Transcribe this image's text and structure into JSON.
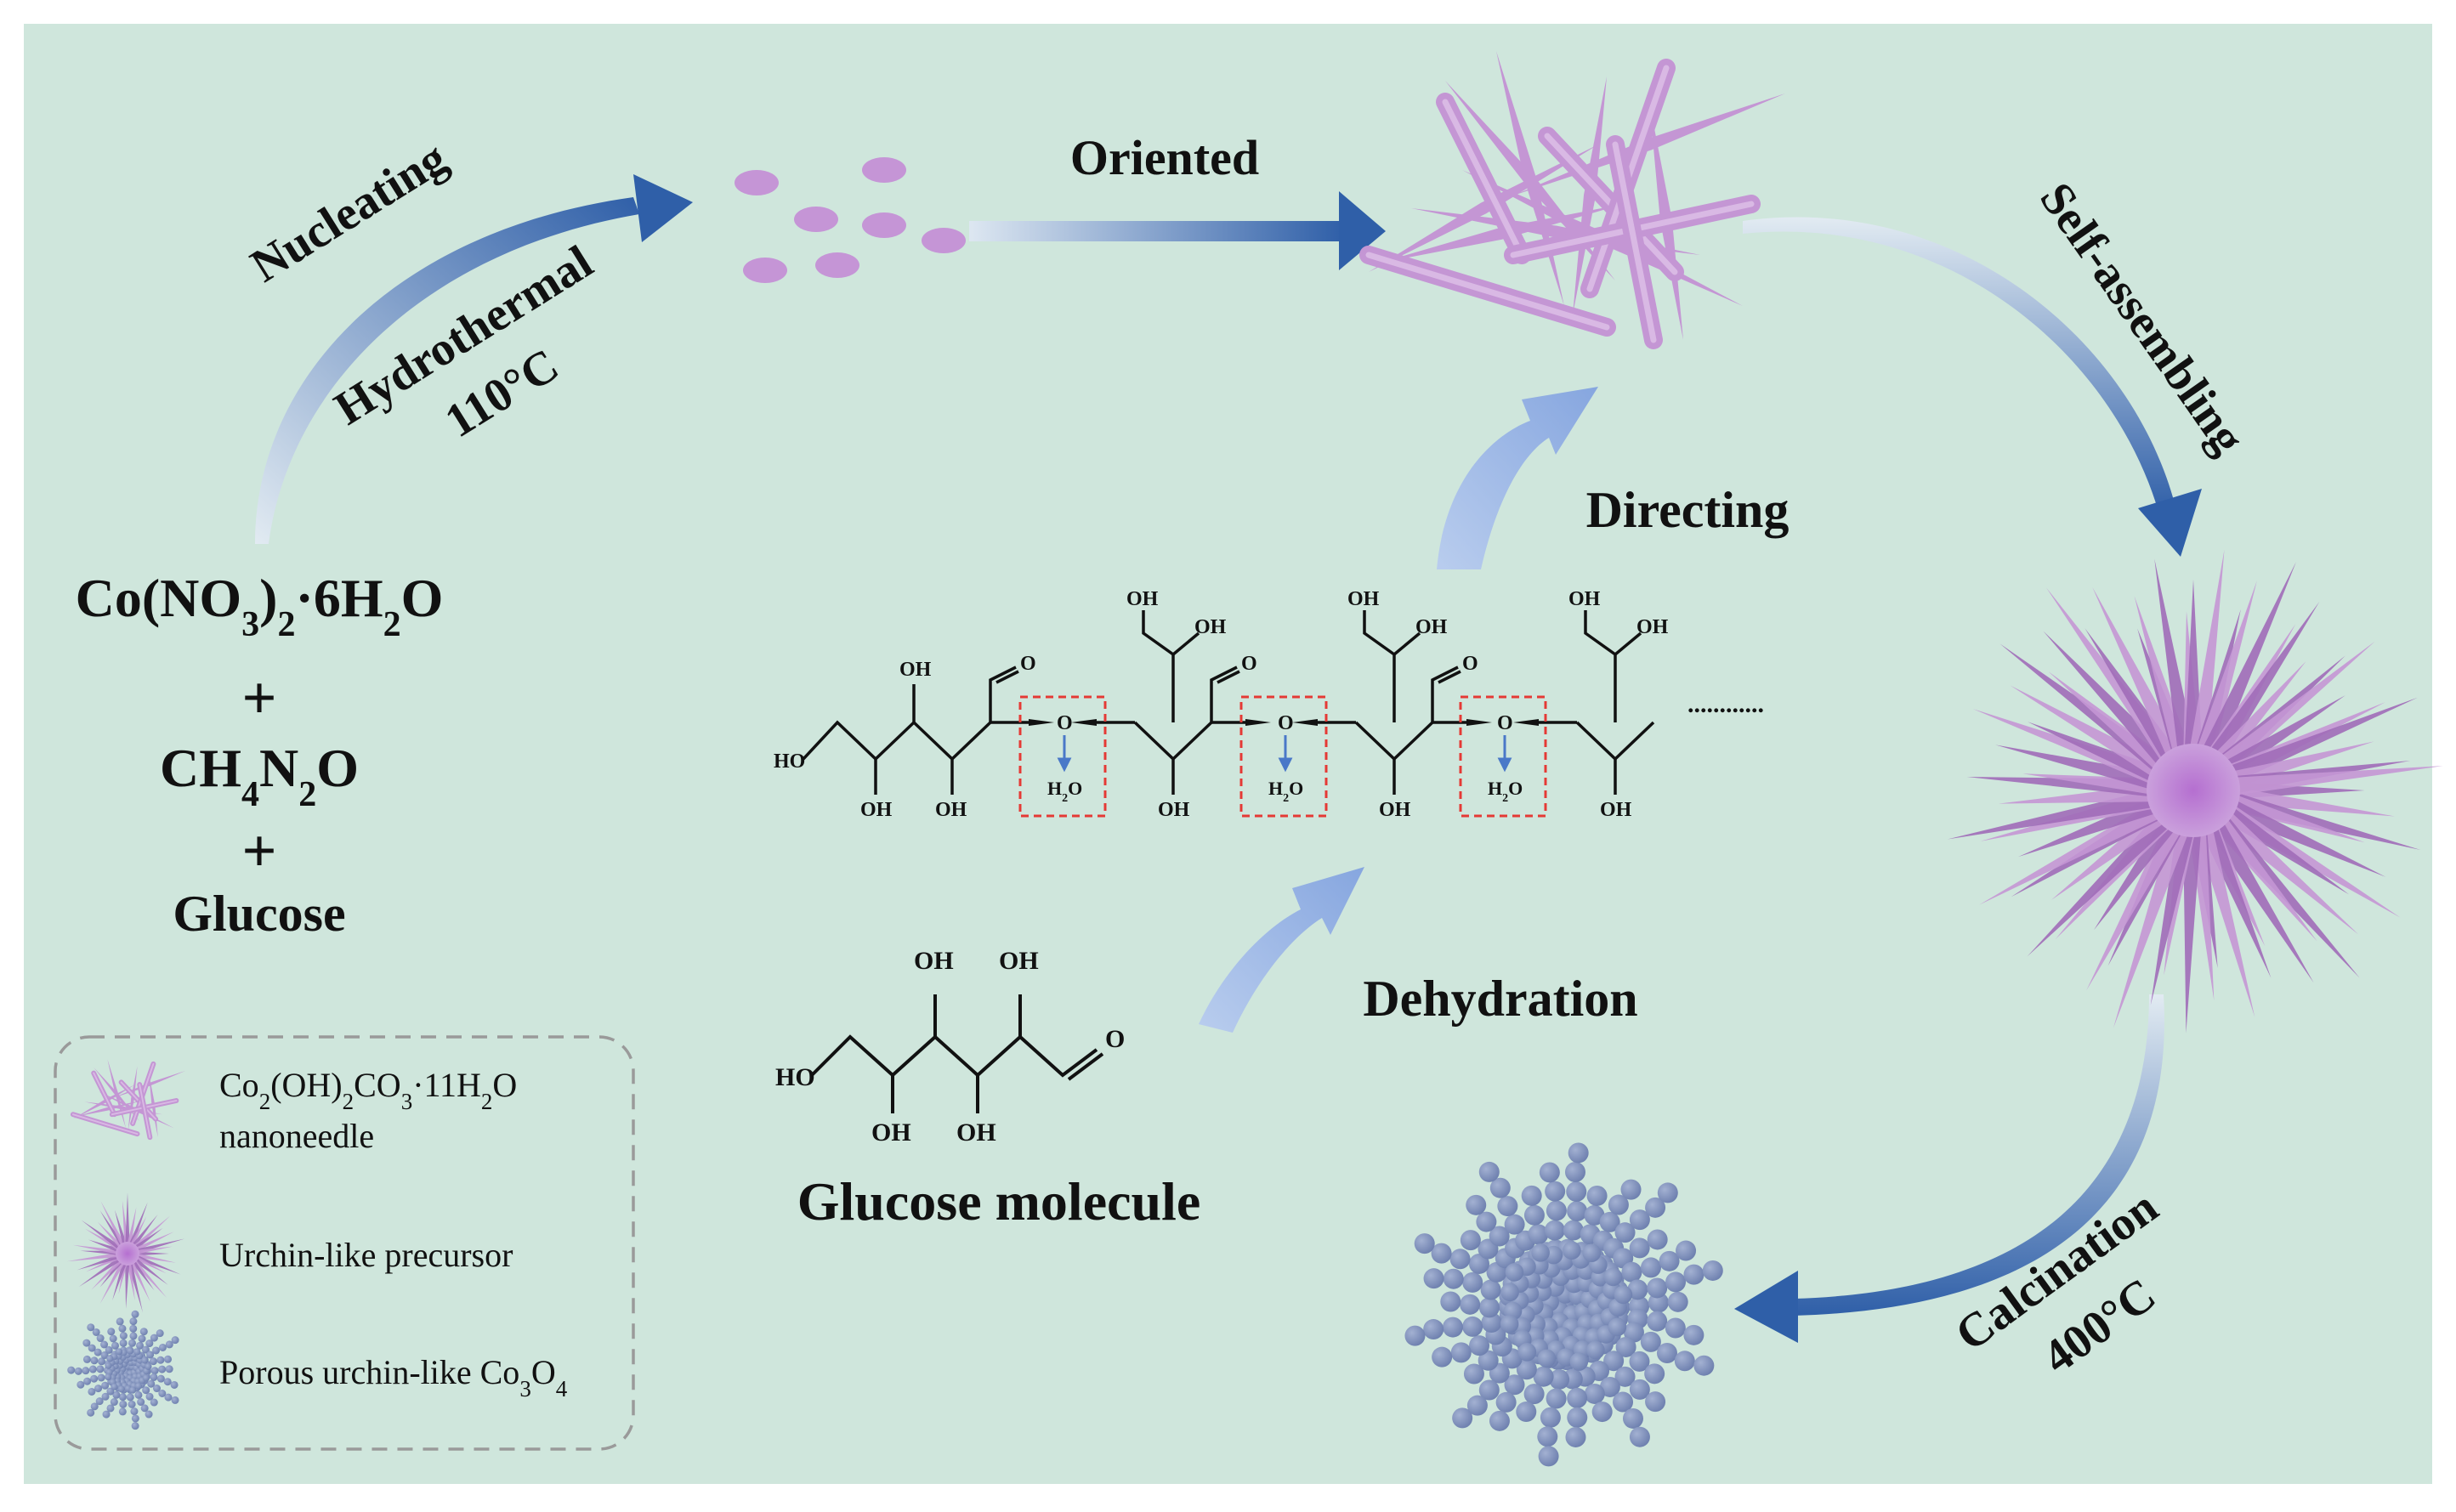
{
  "colors": {
    "background": "#cfe6dc",
    "arrow_blue": "#2f5fa8",
    "arrow_light": "#97b4e2",
    "needle_purple": "#c496d4",
    "needle_dark": "#a06cb8",
    "dot_purple": "#c595d6",
    "co3o4_blue": "#7b8db8",
    "text": "#111111",
    "dashed_red": "#e53935",
    "legend_border": "#9a9a9a"
  },
  "labels": {
    "nucleating": "Nucleating",
    "hydrothermal": "Hydrothermal",
    "temp_110": "110°C",
    "oriented": "Oriented",
    "self_assembling": "Self-assembling",
    "directing": "Directing",
    "dehydration": "Dehydration",
    "calcination": "Calcination",
    "temp_400": "400°C",
    "glucose_molecule": "Glucose molecule",
    "ellipsis": "............"
  },
  "reactants": {
    "cobalt": {
      "a": "Co(NO",
      "s1": "3",
      "b": ")",
      "s2": "2",
      "c": "·6H",
      "s3": "2",
      "d": "O"
    },
    "plus": "+",
    "urea": {
      "a": "CH",
      "s1": "4",
      "b": "N",
      "s2": "2",
      "c": "O"
    },
    "glucose": "Glucose"
  },
  "chemistry": {
    "oh": "OH",
    "ho": "HO",
    "o": "O",
    "h2o": {
      "a": "H",
      "s": "2",
      "b": "O"
    }
  },
  "legend": {
    "nanoneedle": {
      "a": "Co",
      "s1": "2",
      "b": "(OH)",
      "s2": "2",
      "c": "CO",
      "s3": "3",
      "d": "·11H",
      "s4": "2",
      "e": "O",
      "line2": "nanoneedle"
    },
    "precursor": "Urchin-like precursor",
    "porous": {
      "a": "Porous urchin-like Co",
      "s1": "3",
      "b": "O",
      "s2": "4"
    }
  }
}
